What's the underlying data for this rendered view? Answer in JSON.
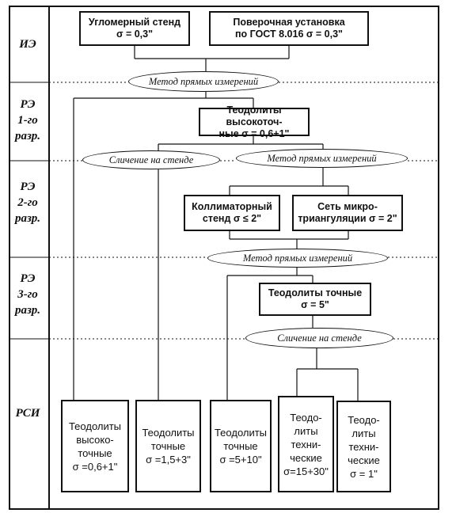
{
  "levels": {
    "ie": "ИЭ",
    "re1": "РЭ\n1-го\nразр.",
    "re2": "РЭ\n2-го\nразр.",
    "re3": "РЭ\n3-го\nразр.",
    "rsi": "РСИ"
  },
  "boxes": {
    "goniometric_stand": "Угломерный стенд\nσ = 0,3\"",
    "verification_unit": "Поверочная установка\nпо ГОСТ 8.016 σ = 0,3\"",
    "high_precision_theodolites": "Теодолиты высокоточ-\nные σ = 0,6+1\"",
    "collimator_stand": "Коллиматорный\nстенд σ ≤ 2\"",
    "microtriangulation_net": "Сеть микро-\nтриангуляции σ = 2\"",
    "precise_theodolites": "Теодолиты точные\nσ = 5\""
  },
  "methods": {
    "direct_1": "Метод прямых измерений",
    "comparison_1": "Сличение на стенде",
    "direct_2": "Метод прямых измерений",
    "direct_3": "Метод прямых измерений",
    "comparison_2": "Сличение на стенде"
  },
  "rsi_items": [
    "Теодолиты\nвысоко-\nточные\nσ =0,6+1\"",
    "Теодолиты\nточные\nσ =1,5+3\"",
    "Теодолиты\nточные\nσ =5+10\"",
    "Теодо-\nлиты\nтехни-\nческие\nσ=15+30\"",
    "Теодо-\nлиты\nтехни-\nческие\nσ = 1\""
  ]
}
